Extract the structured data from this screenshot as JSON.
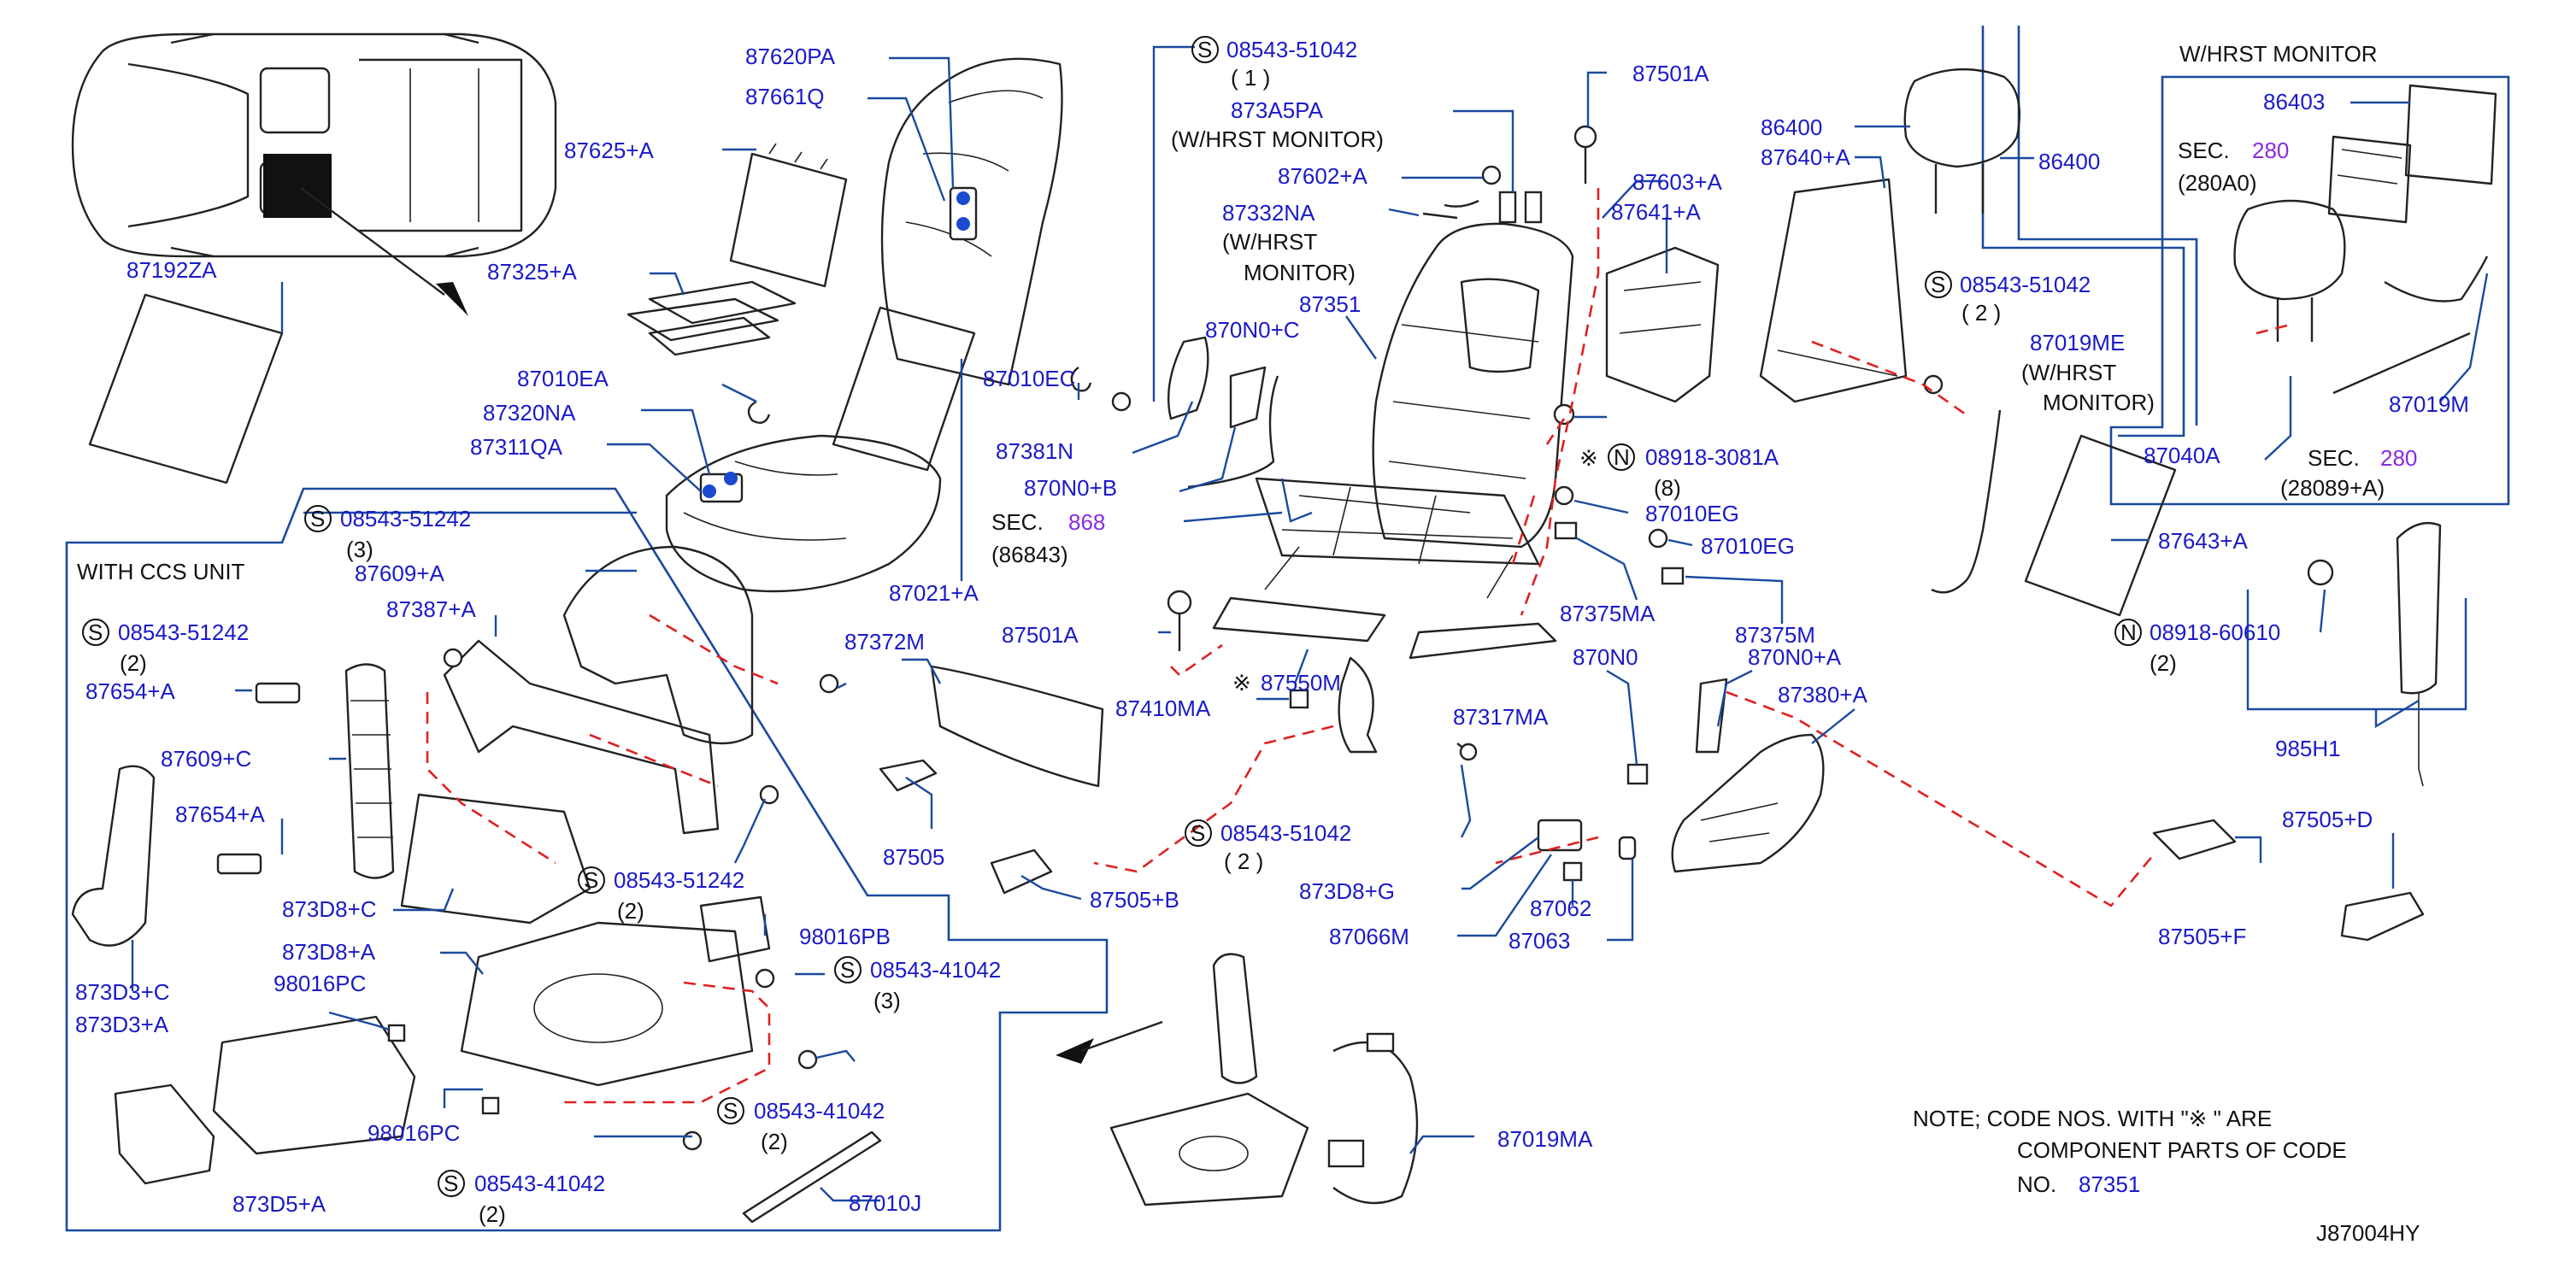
{
  "diagram_code": "J87004HY",
  "section_labels": {
    "with_ccs_unit": "WITH  CCS  UNIT",
    "w_hrst_monitor": "W/HRST  MONITOR"
  },
  "note": {
    "line1": "NOTE;  CODE  NOS.  WITH  \"※     \"  ARE",
    "line2": "COMPONENT  PARTS  OF  CODE",
    "line3_prefix": "NO.",
    "line3_code": "87351"
  },
  "parts": {
    "p87192ZA": "87192ZA",
    "p87625A": "87625+A",
    "p87620PA": "87620PA",
    "p87661Q": "87661Q",
    "p87325A": "87325+A",
    "p87010EA": "87010EA",
    "p87320NA": "87320NA",
    "p87311QA": "87311QA",
    "p87021A": "87021+A",
    "p87010EC": "87010EC",
    "p87381N": "87381N",
    "p870N0C": "870N0+C",
    "p870N0B": "870N0+B",
    "p873A5PA": "873A5PA",
    "p87602A": "87602+A",
    "p87332NA": "87332NA",
    "p87351": "87351",
    "p87501A_top": "87501A",
    "p87603A": "87603+A",
    "p87641A": "87641+A",
    "p86400_a": "86400",
    "p87640A": "87640+A",
    "p86400_b": "86400",
    "p87019ME": "87019ME",
    "p87010EG_a": "87010EG",
    "p87010EG_b": "87010EG",
    "p87375MA": "87375MA",
    "p87375M": "87375M",
    "p87372M": "87372M",
    "p87501A_mid": "87501A",
    "p87550M": "87550M",
    "p87410MA": "87410MA",
    "p87505": "87505",
    "p87505B": "87505+B",
    "p870N0": "870N0",
    "p870N0A": "870N0+A",
    "p87380A": "87380+A",
    "p87317MA": "87317MA",
    "p873D8G": "873D8+G",
    "p87066M": "87066M",
    "p87062": "87062",
    "p87063": "87063",
    "p86403": "86403",
    "p87040A": "87040A",
    "p87019M": "87019M",
    "p87643A": "87643+A",
    "p985H1": "985H1",
    "p87505D": "87505+D",
    "p87505F": "87505+F",
    "p87609A": "87609+A",
    "p87387A": "87387+A",
    "p87654A_a": "87654+A",
    "p87609C": "87609+C",
    "p87654A_b": "87654+A",
    "p873D8C": "873D8+C",
    "p873D8A": "873D8+A",
    "p98016PC_a": "98016PC",
    "p873D3C": "873D3+C",
    "p873D3A": "873D3+A",
    "p873D5A": "873D5+A",
    "p98016PC_b": "98016PC",
    "p98016PB": "98016PB",
    "p87010J": "87010J",
    "p87019MA": "87019MA"
  },
  "captions": {
    "w_hrst_monitor_a": "(W/HRST  MONITOR)",
    "w_hrst": "(W/HRST",
    "monitor": "MONITOR)",
    "w_hrst_b": "(W/HRST",
    "monitor_b": "MONITOR)"
  },
  "sec_refs": {
    "sec868": {
      "prefix": "SEC.",
      "num": "868",
      "sub": "(86843)"
    },
    "sec280_top": {
      "prefix": "SEC.",
      "num": "280",
      "sub": "(280A0)"
    },
    "sec280_bot": {
      "prefix": "SEC.",
      "num": "280",
      "sub": "(28089+A)"
    }
  },
  "fasteners": {
    "s08543_51042_a": {
      "symbol": "S",
      "code": "08543-51042",
      "qty": "(  1  )"
    },
    "s08543_51042_b": {
      "symbol": "S",
      "code": "08543-51042",
      "qty": "(  2  )"
    },
    "s08543_51042_c": {
      "symbol": "S",
      "code": "08543-51042",
      "qty": "(  2  )"
    },
    "n08918_3081A": {
      "symbol": "N",
      "code": "08918-3081A",
      "qty": "(8)"
    },
    "n08918_60610": {
      "symbol": "N",
      "code": "08918-60610",
      "qty": "(2)"
    },
    "s08543_51242_a": {
      "symbol": "S",
      "code": "08543-51242",
      "qty": "(3)"
    },
    "s08543_51242_b": {
      "symbol": "S",
      "code": "08543-51242",
      "qty": "(2)"
    },
    "s08543_51242_c": {
      "symbol": "S",
      "code": "08543-51242",
      "qty": "(2)"
    },
    "s08543_41042_a": {
      "symbol": "S",
      "code": "08543-41042",
      "qty": "(3)"
    },
    "s08543_41042_b": {
      "symbol": "S",
      "code": "08543-41042",
      "qty": "(2)"
    },
    "s08543_41042_c": {
      "symbol": "S",
      "code": "08543-41042",
      "qty": "(2)"
    }
  },
  "markers": {
    "star": "※"
  },
  "colors": {
    "part_number": "#1a1ac8",
    "leader": "#1a4aa0",
    "dashed": "#e02020",
    "section_ref": "#8a2be2"
  }
}
